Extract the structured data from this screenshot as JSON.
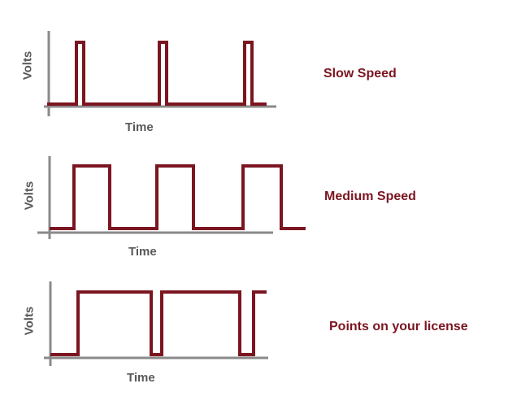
{
  "colors": {
    "axis": "#8a8a8a",
    "signal": "#7b1520",
    "label_text": "#595959",
    "caption_text": "#7b1520"
  },
  "panels": [
    {
      "id": "slow",
      "caption": "Slow Speed",
      "y_label": "Volts",
      "x_label": "Time",
      "signal_note": "short narrow pulses with long low periods"
    },
    {
      "id": "medium",
      "caption": "Medium Speed",
      "y_label": "Volts",
      "x_label": "Time",
      "signal_note": "pulses with equal high and low periods"
    },
    {
      "id": "fast",
      "caption": "Points on your license",
      "y_label": "Volts",
      "x_label": "Time",
      "signal_note": "long wide pulses with short low periods"
    }
  ]
}
